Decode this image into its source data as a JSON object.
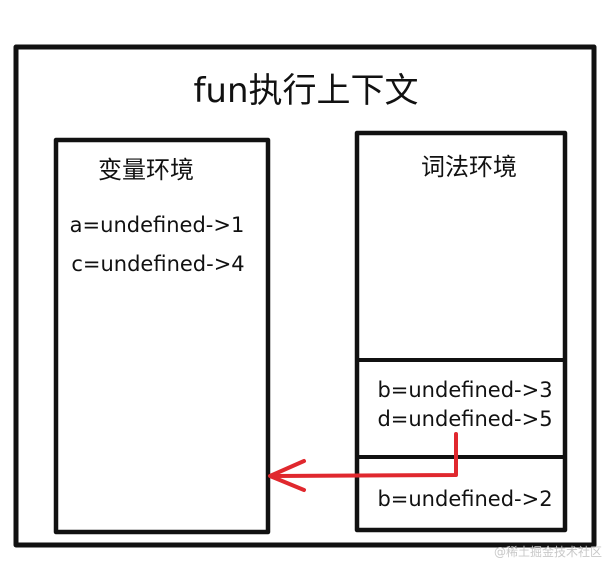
{
  "diagram": {
    "title": "fun执行上下文",
    "variable_environment": {
      "heading": "变量环境",
      "entries": [
        "a=undefined->1",
        "c=undefined->4"
      ]
    },
    "lexical_environment": {
      "heading": "词法环境",
      "block_1": [
        "b=undefined->3",
        "d=undefined->5"
      ],
      "block_2": [
        "b=undefined->2"
      ]
    },
    "watermark": "@稀土掘金技术社区",
    "colors": {
      "stroke": "#111111",
      "arrow": "#e0282e",
      "background": "#ffffff"
    }
  }
}
